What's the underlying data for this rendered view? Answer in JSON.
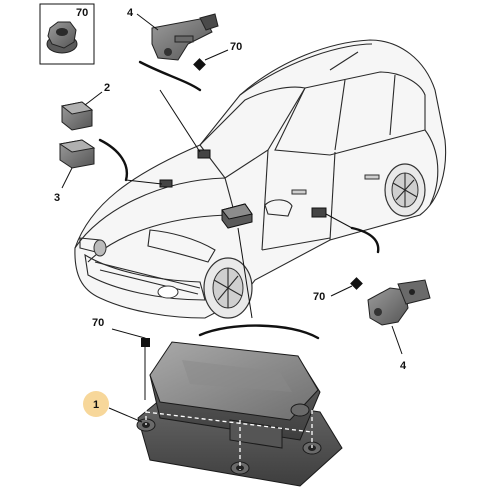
{
  "callouts": {
    "nut": "70",
    "sensor_top": "4",
    "bolt_top": "70",
    "connector_upper": "2",
    "connector_lower": "3",
    "bolt_right": "70",
    "sensor_right": "4",
    "bolt_ecu": "70",
    "ecu": "1"
  },
  "colors": {
    "highlight_badge": "#f7d79a",
    "part_gray": "#8a8a8a",
    "part_dark": "#4a4a4a"
  }
}
